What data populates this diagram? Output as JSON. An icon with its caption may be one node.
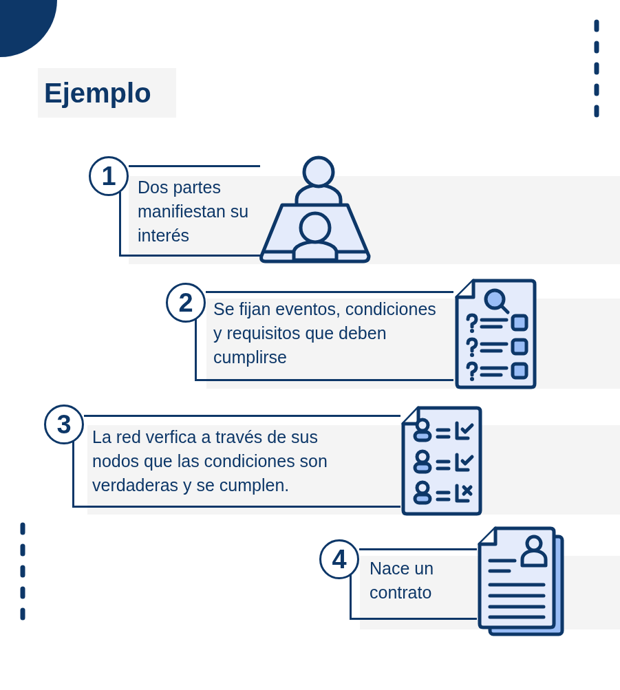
{
  "diagram": {
    "title": "Ejemplo",
    "nodes": [
      {
        "text": [
          "1"
        ]
      },
      {
        "text": [
          "Dos partes manifiestan su interés"
        ]
      },
      {
        "text": [
          "2"
        ]
      },
      {
        "text": [
          "Se fijan eventos, condiciones y requisitos que deben cumplirse"
        ]
      },
      {
        "text": [
          "3"
        ]
      },
      {
        "text": [
          "La red verfica a través de sus nodos que las condiciones son verdaderas y se cumplen."
        ]
      },
      {
        "text": [
          "4"
        ]
      },
      {
        "text": [
          "Nace un contrato"
        ]
      }
    ]
  }
}
